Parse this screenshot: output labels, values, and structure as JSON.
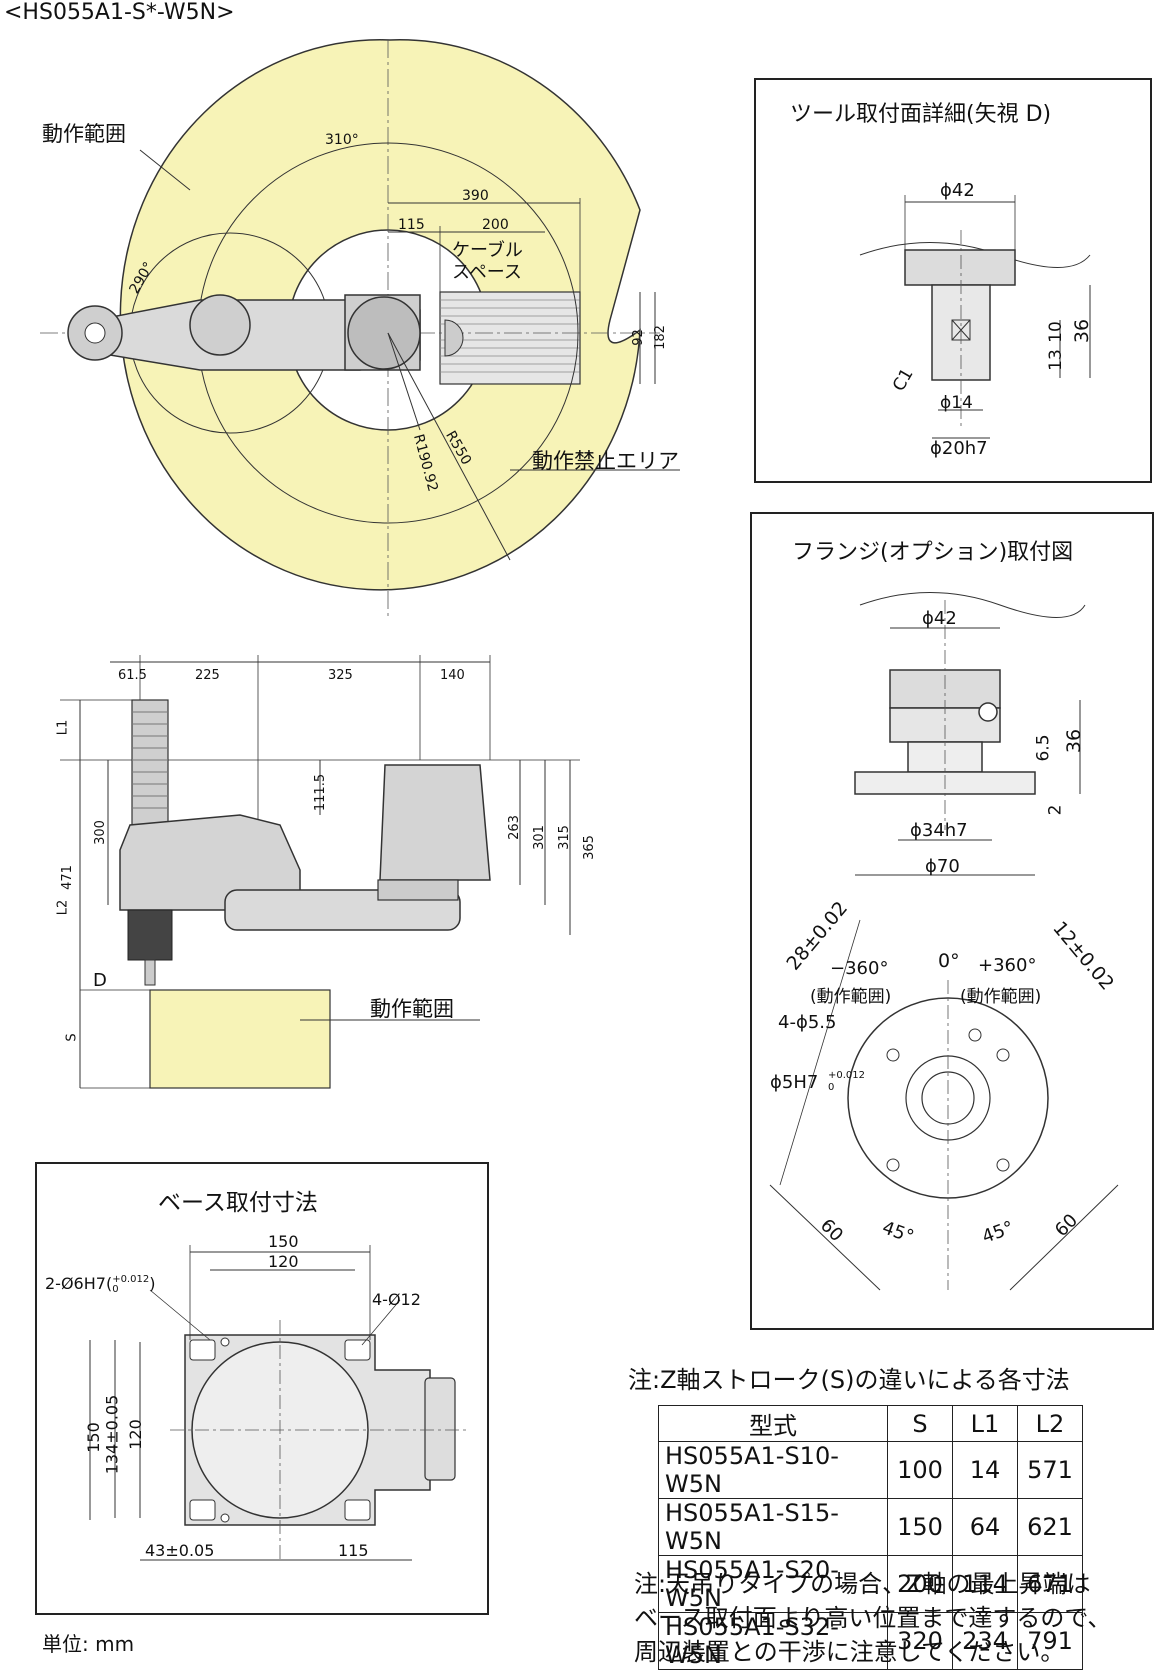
{
  "title": "<HS055A1-S*-W5N>",
  "top_view": {
    "range_label": "動作範囲",
    "angle_310": "310°",
    "angle_290": "290°",
    "dim_390": "390",
    "dim_115": "115",
    "dim_200": "200",
    "cable_space_line1": "ケーブル",
    "cable_space_line2": "スペース",
    "dim_92": "92",
    "dim_182": "182",
    "r19092": "R190.92",
    "r550": "R550",
    "forbidden_label": "動作禁止エリア"
  },
  "side_view": {
    "dim_615": "61.5",
    "dim_225": "225",
    "dim_325": "325",
    "dim_140": "140",
    "l1": "L1",
    "l2": "L2",
    "s": "S",
    "d": "D",
    "dim_300": "300",
    "dim_471": "471",
    "dim_1115": "111.5",
    "dim_263": "263",
    "dim_301": "301",
    "dim_315": "315",
    "dim_365": "365",
    "range_label": "動作範囲"
  },
  "tool_detail": {
    "title": "ツール取付面詳細(矢視 D)",
    "phi42": "ϕ42",
    "dim_10": "10",
    "dim_13": "13",
    "dim_36": "36",
    "c1": "C1",
    "phi14": "ϕ14",
    "phi20h7": "ϕ20h7"
  },
  "flange": {
    "title": "フランジ(オプション)取付図",
    "phi42": "ϕ42",
    "dim_65": "6.5",
    "dim_36": "36",
    "dim_2": "2",
    "phi34h7": "ϕ34h7",
    "phi70": "ϕ70",
    "tol_28": "28±0.02",
    "tol_12": "12±0.02",
    "zero_deg": "0°",
    "minus360": "−360°",
    "plus360": "+360°",
    "range_paren": "(動作範囲)",
    "holes_4": "4-ϕ5.5",
    "phi5h7": "ϕ5H7",
    "phi5h7_tol": "+0.012",
    "phi5h7_tol0": "0",
    "dim_60": "60",
    "deg45": "45°"
  },
  "base": {
    "title": "ベース取付寸法",
    "dim_150w": "150",
    "dim_120w": "120",
    "pins": "2-Ø6H7(",
    "pins_tol": "+0.012",
    "pins_tol0": "0",
    "pins_close": ")",
    "holes": "4-Ø12",
    "dim_150h": "150",
    "dim_134": "134±0.05",
    "dim_120h": "120",
    "dim_43": "43±0.05",
    "dim_115": "115"
  },
  "unit": "単位: mm",
  "note_z": "注:Z軸ストローク(S)の違いによる各寸法",
  "table": {
    "headers": [
      "型式",
      "S",
      "L1",
      "L2"
    ],
    "rows": [
      [
        "HS055A1-S10-W5N",
        "100",
        "14",
        "571"
      ],
      [
        "HS055A1-S15-W5N",
        "150",
        "64",
        "621"
      ],
      [
        "HS055A1-S20-W5N",
        "200",
        "114",
        "671"
      ],
      [
        "HS055A1-S32-W5N",
        "320",
        "234",
        "791"
      ]
    ]
  },
  "note_ceiling": {
    "line1": "注:天吊りタイプの場合、Z軸の最上昇端は",
    "line2": "ベース取付面より高い位置まで達するので、",
    "line3": "周辺装置との干渉に注意してください。"
  },
  "colors": {
    "range_fill": "#f7f3b7",
    "body_gray": "#d8d8d8",
    "line": "#222222"
  }
}
